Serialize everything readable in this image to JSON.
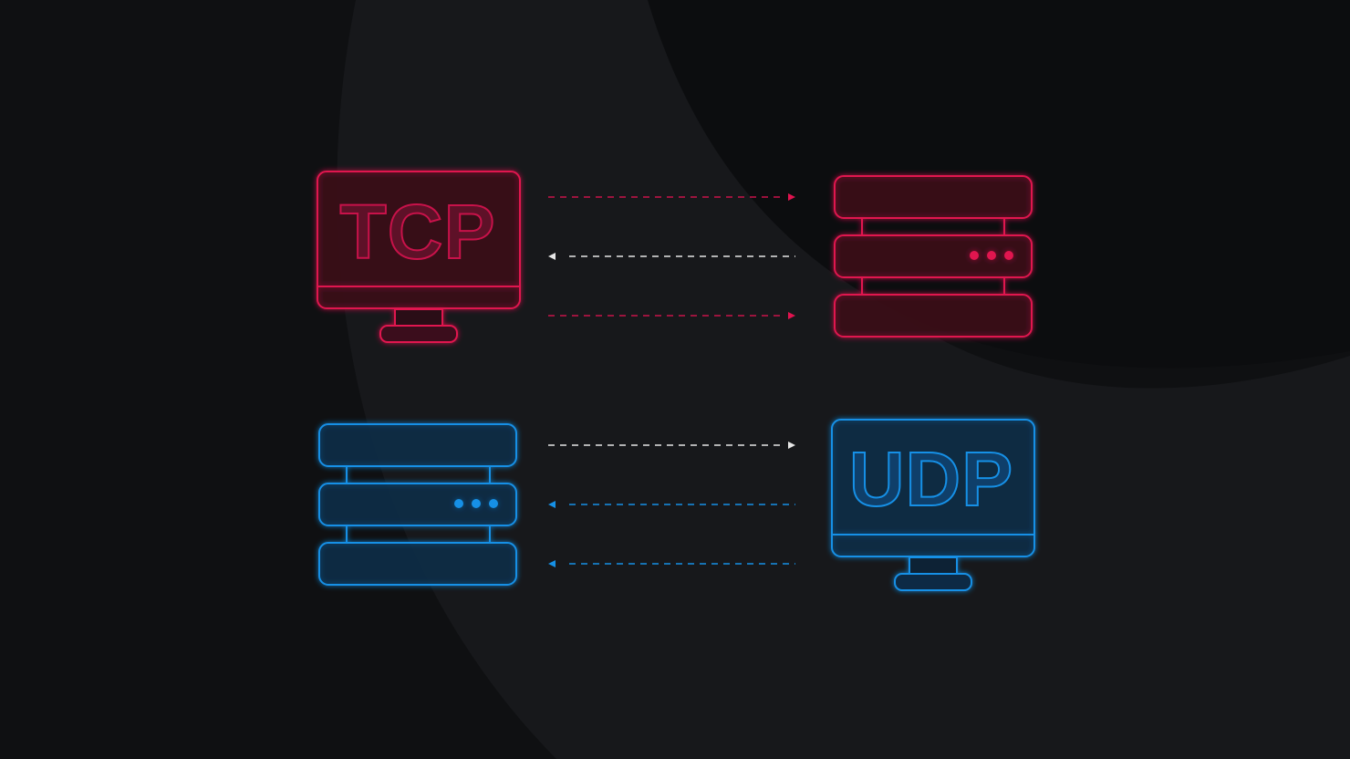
{
  "colors": {
    "background": "#111214",
    "tcp": "#e0134f",
    "udp": "#1690e6",
    "neutral_arrow": "#e6e6e6"
  },
  "tcp": {
    "label": "TCP",
    "icons": [
      "monitor-icon",
      "server-rack-icon"
    ],
    "arrows": [
      {
        "direction": "client-to-server",
        "color": "tcp"
      },
      {
        "direction": "server-to-client",
        "color": "neutral_arrow"
      },
      {
        "direction": "client-to-server",
        "color": "tcp"
      }
    ]
  },
  "udp": {
    "label": "UDP",
    "icons": [
      "server-rack-icon",
      "monitor-icon"
    ],
    "arrows": [
      {
        "direction": "server-to-client",
        "color": "neutral_arrow"
      },
      {
        "direction": "client-to-server",
        "color": "udp"
      },
      {
        "direction": "client-to-server",
        "color": "udp"
      }
    ]
  }
}
